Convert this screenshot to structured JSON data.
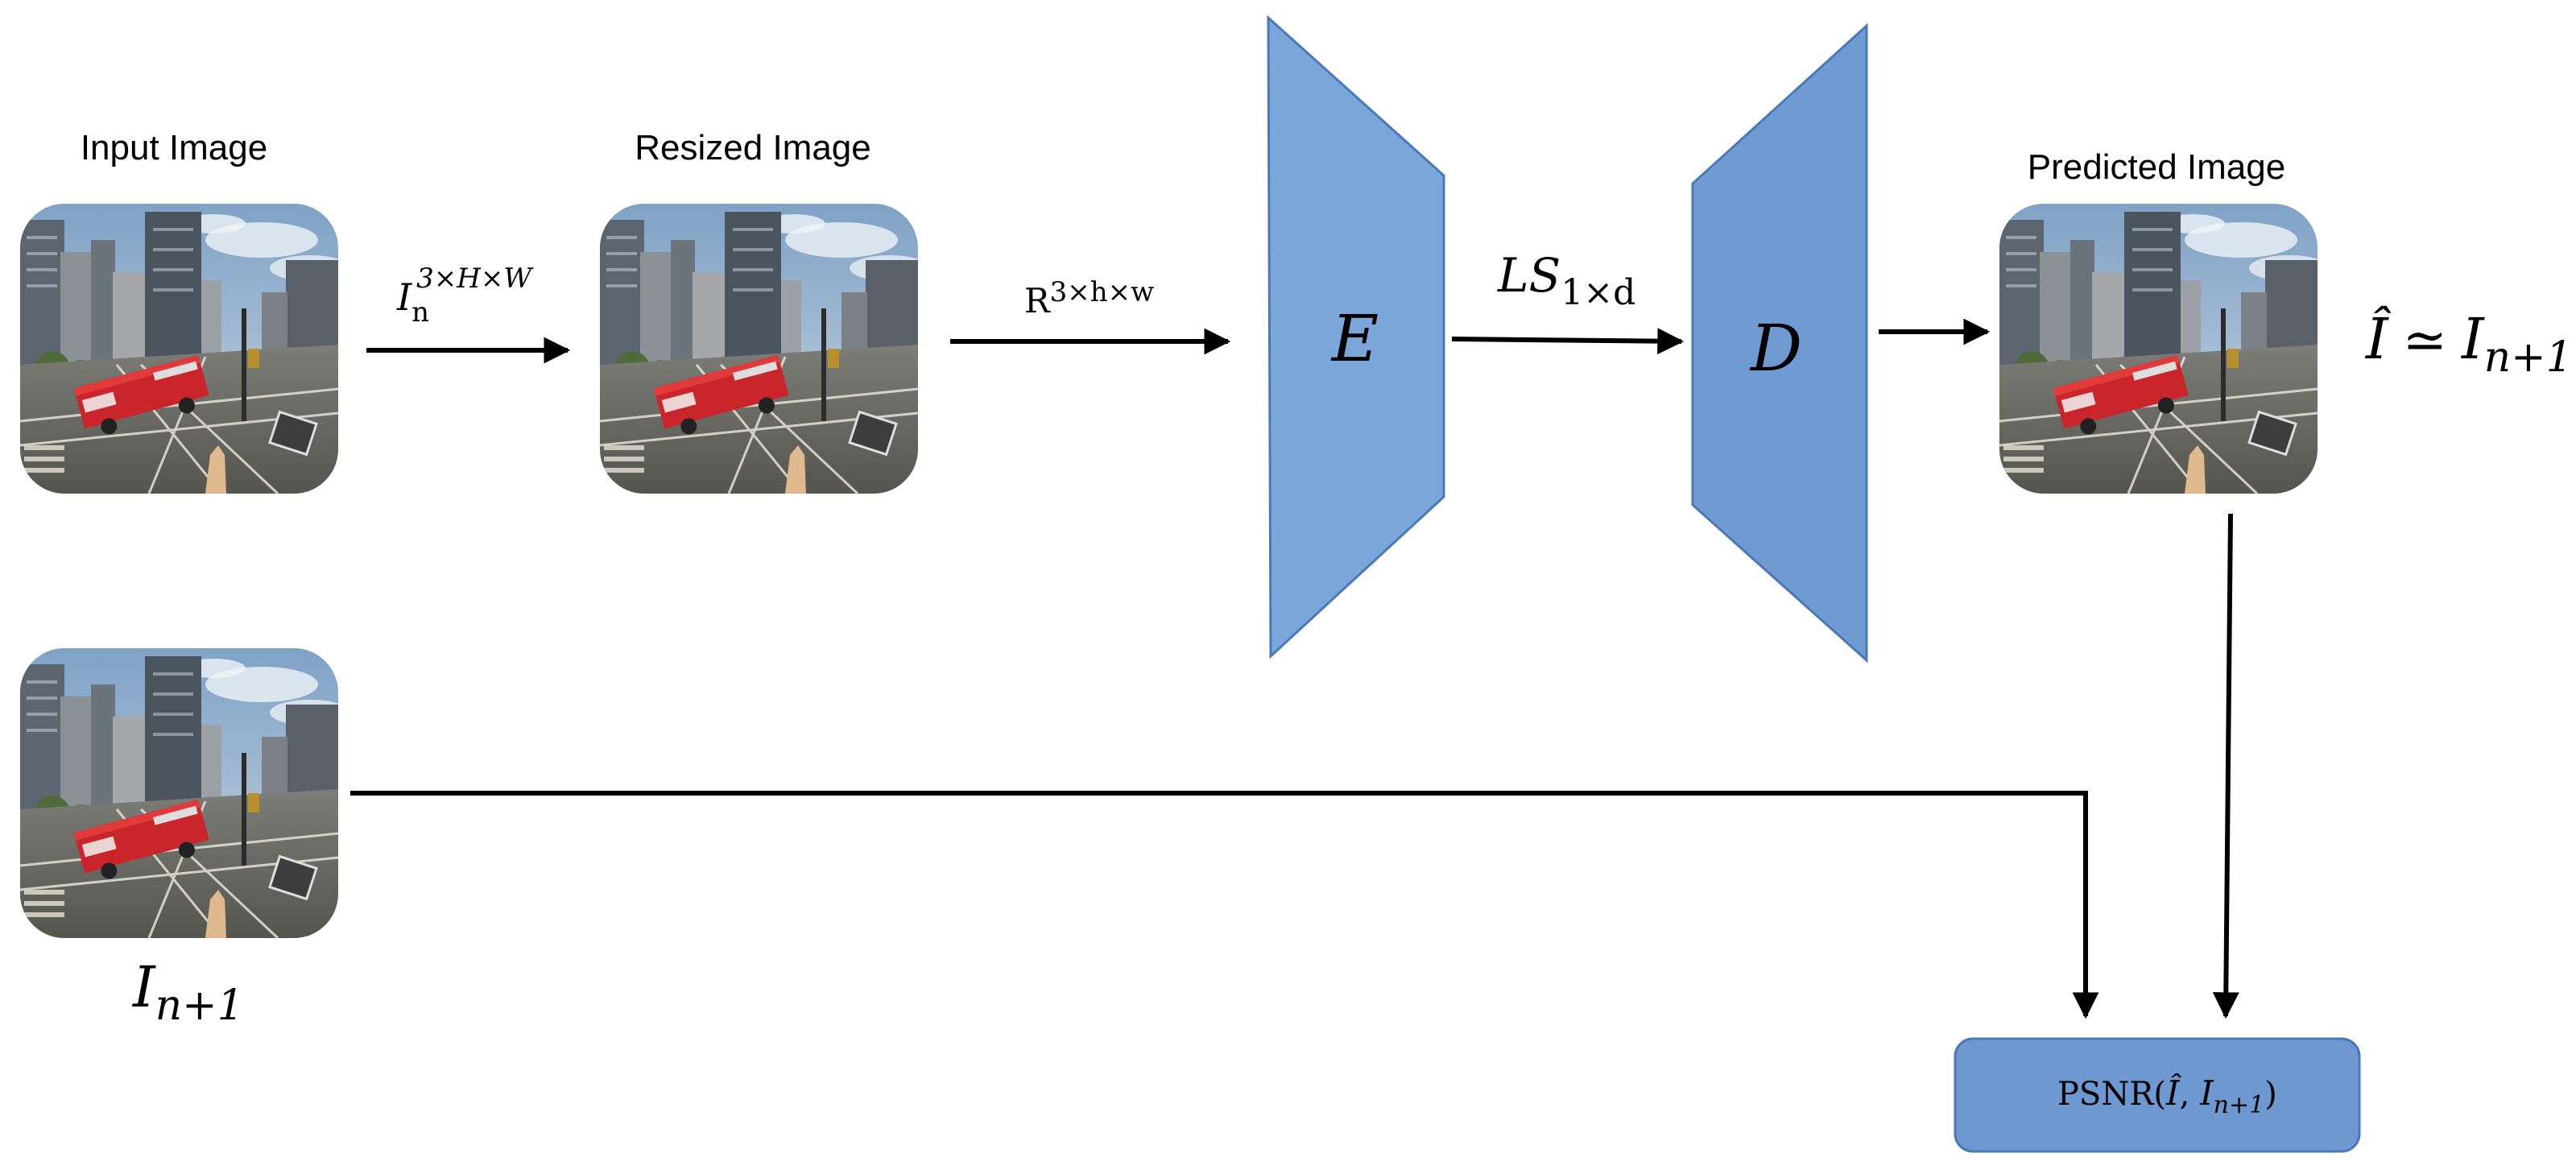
{
  "labels": {
    "input_image": "Input Image",
    "resized_image": "Resized Image",
    "predicted_image": "Predicted Image"
  },
  "edges": {
    "input_to_resized": {
      "base": "I",
      "sub": "n",
      "sup": "3×H×W"
    },
    "resized_to_encoder": {
      "base": "R",
      "sup": "3×h×w"
    },
    "encoder_to_decoder": {
      "base": "LS",
      "sub": "1×d"
    }
  },
  "blocks": {
    "encoder": "E",
    "decoder": "D"
  },
  "equation": {
    "lhs": "Î",
    "op": "≃",
    "rhs_base": "I",
    "rhs_sub": "n+1"
  },
  "ground_truth_label": {
    "base": "I",
    "sub": "n+1"
  },
  "psnr": {
    "fn": "PSNR(",
    "arg1": "Î",
    "sep": ", ",
    "arg2_base": "I",
    "arg2_sub": "n+1",
    "close": ")"
  },
  "colors": {
    "encoder_fill": "#7aa6d9",
    "decoder_fill": "#6f9bd2",
    "block_stroke": "#4a79b8",
    "psnr_fill": "#6e98d0",
    "arrow": "#000000"
  },
  "icons": {
    "scene_image": "city-street-fire-truck-scene"
  }
}
